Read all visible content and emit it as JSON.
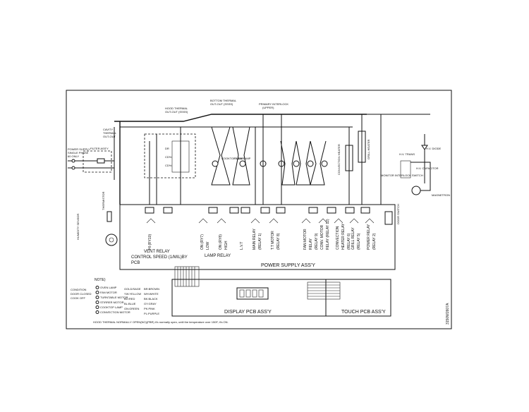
{
  "labels": {
    "hood_thermal": "HOOD THERMAL",
    "hood_thermal_2": "OUT-OUT (SSSS)",
    "bottom_thermal": "BOTTOM THERMAL",
    "bottom_thermal_2": "OUT-OUT (SSSS)",
    "primary_interlock": "PRIMARY INTERLOCK",
    "primary_interlock_2": "(UPPER)",
    "cavity_thermal": "CAVITY",
    "cavity_thermal_2": "THERMAL",
    "cavity_thermal_3": "OUT-OUT",
    "power_supply": "POWER SUPPLY",
    "power_supply_2": "SINGLE PHASE",
    "power_supply_3": "60 ONLY",
    "filter_assy": "FILTER ASS'Y",
    "oven_lamp": "OVEN LAMP",
    "cooktop_lamp": "COOKTOP LAMP",
    "convection_heater": "CONVECTION HEATER",
    "grill_heater": "GRILL HEATER",
    "monitor_interlock": "MONITOR INTERLOCK SWITCH",
    "hv_trans": "H.V. TRANS",
    "hv_capacitor": "H.V. CAPACITOR",
    "hv_diode": "H.V. DIODE",
    "magnetron": "MAGNETRON",
    "thermistor": "THERMISTOR",
    "humidity_sensor": "HUMIDITY SENSOR",
    "door_switch": "DOOR SWITCH",
    "vent_relay": "VENT RELAY",
    "control_speed": "CONTROL SPEED (1/MIL)BY",
    "pcb": "PCB",
    "lamp_relay": "LAMP RELAY",
    "power_supply_assy": "POWER SUPPLY ASS'Y",
    "display_pcb": "DISPLAY PCB ASS'Y",
    "touch_pcb": "TOUCH PCB ASS'Y",
    "doc_no": "3150W2607A",
    "footnote": "HOOD THERMAL NORMALLY OPEN(NO)(PBR) it's normally open, until the temperature over 150F, it's ON."
  },
  "relays": [
    {
      "label": "HI (RY10)"
    },
    {
      "label": "ON (RY7)"
    },
    {
      "label": "LOW"
    },
    {
      "label": "ON (RY8)"
    },
    {
      "label": "HIGH"
    },
    {
      "label": "L.V.T"
    },
    {
      "label": "MAIN RELAY"
    },
    {
      "label": "(RELAY 1)"
    },
    {
      "label": "T.T MOTOR"
    },
    {
      "label": "(RELAY 8)"
    },
    {
      "label": "FAN MOTOR"
    },
    {
      "label": "RELAY"
    },
    {
      "label": "(RELAY 9)"
    },
    {
      "label": "CONV. MOTOR"
    },
    {
      "label": "RELAY (RELAY 12)"
    },
    {
      "label": "CONVECTION"
    },
    {
      "label": "HEATER RELAY"
    },
    {
      "label": "(RELAY 6)"
    },
    {
      "label": "GRILL RELAY"
    },
    {
      "label": "(RELAY 5)"
    },
    {
      "label": "POWER RELAY"
    },
    {
      "label": "(RELAY 2)"
    }
  ],
  "legend": {
    "note": "NOTE)",
    "condition": "CONDITION",
    "door_closed": "DOOR CLOSED",
    "cook_off": "COOK OFF",
    "items": [
      {
        "text": "OVEN LAMP"
      },
      {
        "text": "FAN MOTOR"
      },
      {
        "text": "TURNTABLE MOTOR"
      },
      {
        "text": "STIRRER MOTOR"
      },
      {
        "text": "COOKTOP LAMP"
      },
      {
        "text": "CONVECTION MOTOR"
      }
    ],
    "colors": [
      {
        "text": "GOLD/SAGE"
      },
      {
        "text": "YW:YELLOW"
      },
      {
        "text": "BO:RED"
      },
      {
        "text": "BL:BLUE"
      },
      {
        "text": "GN:GREEN"
      }
    ],
    "colors2": [
      {
        "text": "BR:BROWN"
      },
      {
        "text": "WH:WHITE"
      },
      {
        "text": "BK:BLACK"
      },
      {
        "text": "GY:GRAY"
      },
      {
        "text": "PK:PINK"
      },
      {
        "text": "PL:PURPLE"
      }
    ]
  }
}
